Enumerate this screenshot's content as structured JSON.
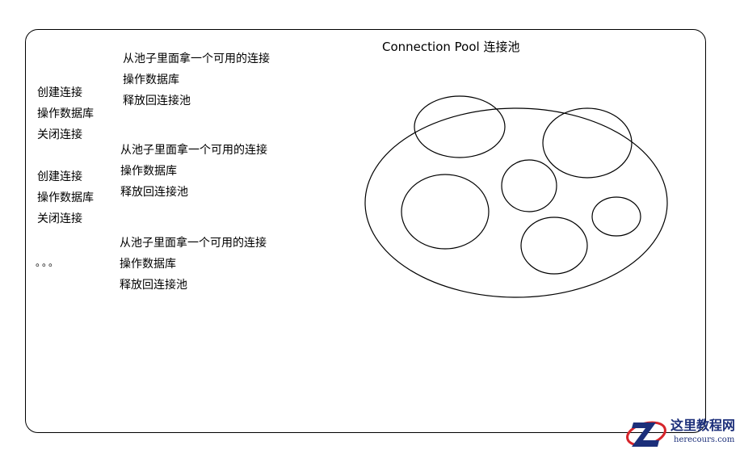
{
  "diagram": {
    "left_groups": [
      {
        "lines": [
          "创建连接",
          "操作数据库",
          "关闭连接"
        ]
      },
      {
        "lines": [
          "创建连接",
          "操作数据库",
          "关闭连接"
        ]
      },
      {
        "lines": [
          "。。。"
        ]
      }
    ],
    "pool_groups": [
      {
        "lines": [
          "从池子里面拿一个可用的连接",
          "操作数据库",
          "释放回连接池"
        ]
      },
      {
        "lines": [
          "从池子里面拿一个可用的连接",
          "操作数据库",
          "释放回连接池"
        ]
      },
      {
        "lines": [
          "从池子里面拿一个可用的连接",
          "操作数据库",
          "释放回连接池"
        ]
      }
    ],
    "pool": {
      "title": "Connection Pool 连接池",
      "connection_count": 6
    }
  },
  "watermark": {
    "site_name": "这里教程网",
    "url": "herecours.com",
    "brand_color": "#1c2f7a",
    "accent_color": "#d6252b"
  }
}
